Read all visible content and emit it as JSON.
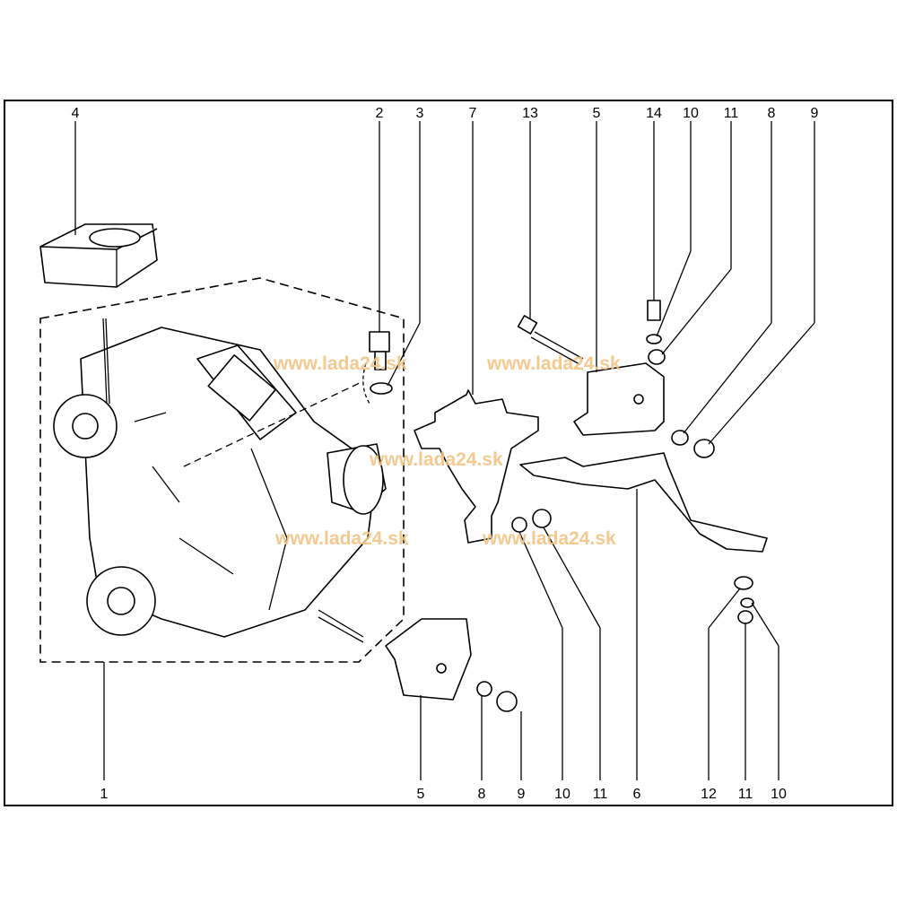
{
  "diagram": {
    "top_labels": [
      "4",
      "2",
      "3",
      "7",
      "13",
      "5",
      "14",
      "10",
      "11",
      "8",
      "9"
    ],
    "bottom_labels": [
      "1",
      "5",
      "8",
      "9",
      "10",
      "11",
      "6",
      "12",
      "11",
      "10"
    ],
    "watermark": "www.lada24.sk",
    "colors": {
      "watermark": "#f3c483",
      "line": "#000000",
      "background": "#ffffff"
    }
  }
}
